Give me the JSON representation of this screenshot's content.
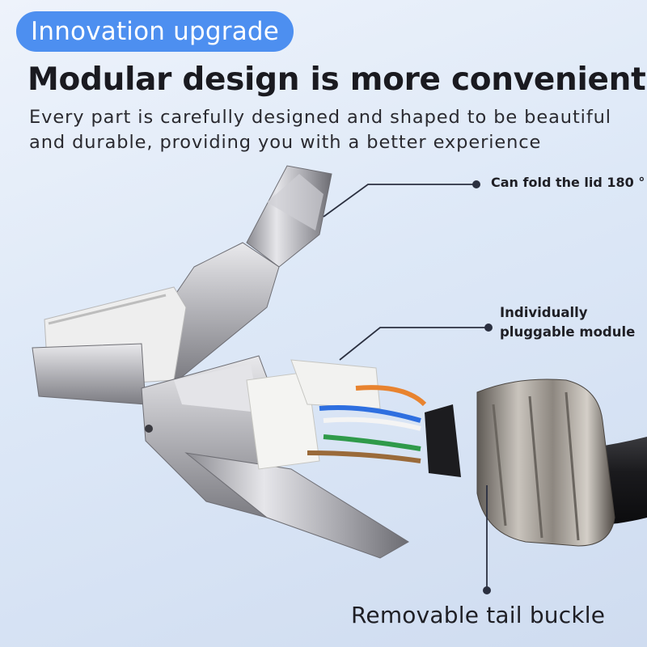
{
  "header": {
    "badge": "Innovation upgrade",
    "title": "Modular design is more convenient",
    "subtitle_line1": "Every part is carefully designed and shaped to be beautiful",
    "subtitle_line2": "and durable, providing you with a better experience"
  },
  "callouts": {
    "lid": "Can fold the lid 180 °",
    "module_line1": "Individually",
    "module_line2": "pluggable module",
    "tail": "Removable tail buckle"
  },
  "colors": {
    "badge_bg": "#4d8ff0",
    "metal": "#b8b8bc",
    "callout_dot": "#2b3040"
  },
  "icons": {
    "product": "shielded-rj45-connector-illustration"
  }
}
